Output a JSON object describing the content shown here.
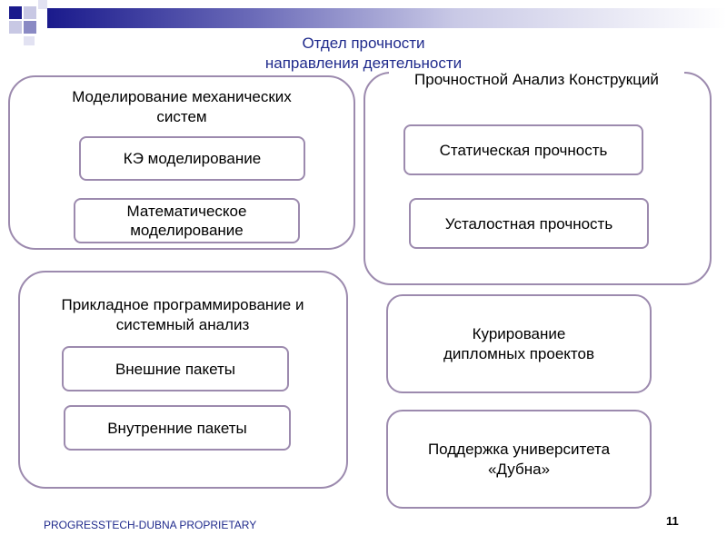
{
  "title": {
    "line1": "Отдел прочности",
    "line2": "направления деятельности"
  },
  "groups": {
    "modeling": {
      "label": "Моделирование  механических систем",
      "items": [
        "КЭ моделирование",
        "Математическое моделирование"
      ]
    },
    "strength": {
      "label": "Прочностной Анализ Конструкций",
      "items": [
        "Статическая прочность",
        "Усталостная  прочность"
      ]
    },
    "programming": {
      "label": "Прикладное программирование и системный анализ",
      "items": [
        "Внешние пакеты",
        "Внутренние пакеты"
      ]
    }
  },
  "cards": {
    "diploma": "Курирование\nдипломных проектов",
    "university": "Поддержка университета\n«Дубна»"
  },
  "footer": "PROGRESSTECH-DUBNA PROPRIETARY",
  "page_number": "11",
  "colors": {
    "title": "#1f2a8c",
    "border": "#9c8aae",
    "bar_dark": "#1a1a8c"
  }
}
